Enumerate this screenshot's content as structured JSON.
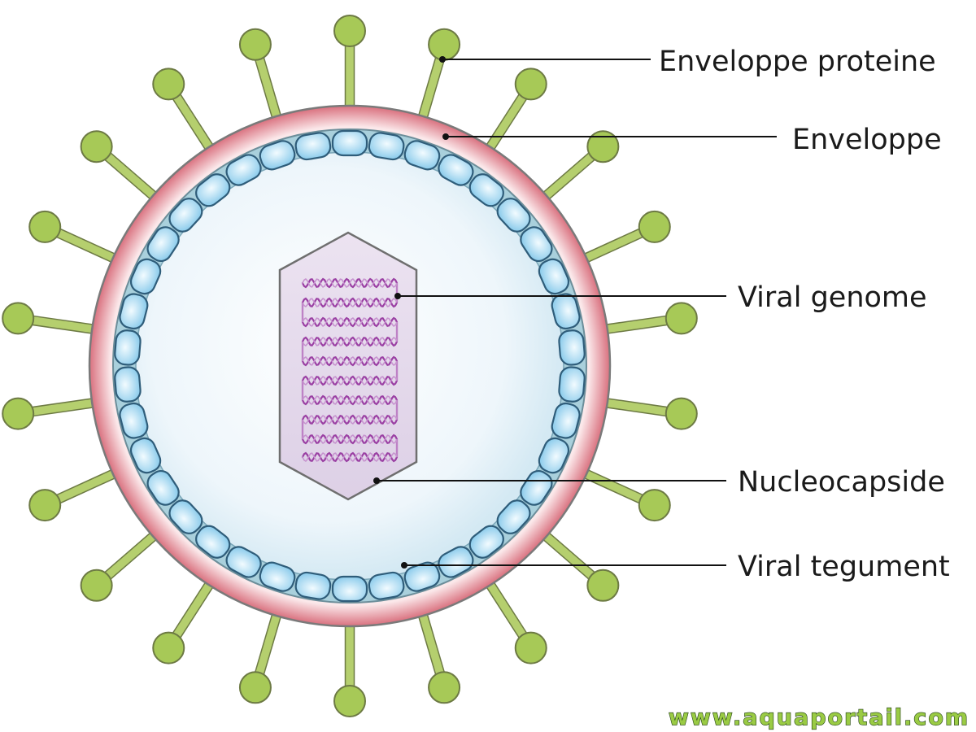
{
  "labels": {
    "envelope_protein": "Enveloppe proteine",
    "envelope": "Enveloppe",
    "viral_genome": "Viral genome",
    "nucleocapsid": "Nucleocapside",
    "viral_tegument": "Viral tegument"
  },
  "watermark": "www.aquaportail.com",
  "colors": {
    "spike": "#a7c957",
    "envelope": "#d9707e",
    "tegument_layer": "#a9d0dc",
    "tegument_unit": "#9fd6ef",
    "capsid": "#e4d6ec",
    "genome": "#9a3fa3",
    "watermark": "#9acb44"
  },
  "icons": {
    "spike": "glycoprotein-spike-icon",
    "tegument": "tegument-protein-icon",
    "genome": "rna-helix-icon"
  }
}
